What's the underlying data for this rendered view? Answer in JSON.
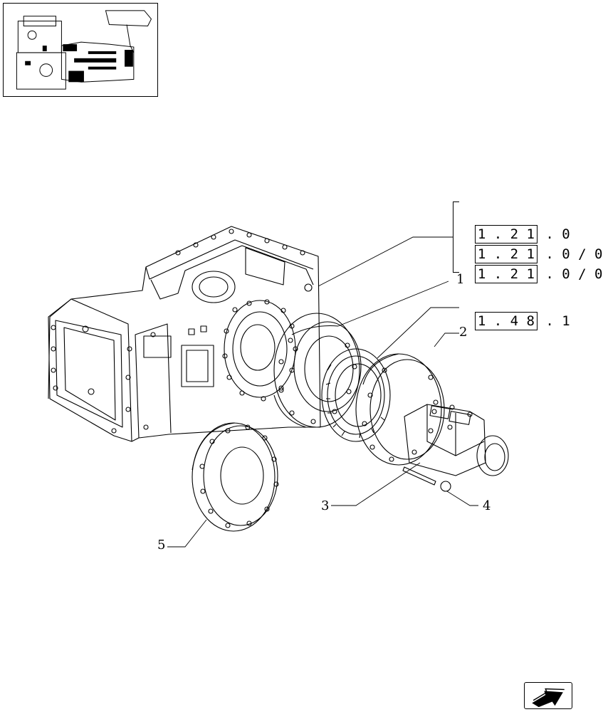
{
  "references": [
    {
      "boxed": "1 . 2 1",
      "rest": ". 0"
    },
    {
      "boxed": "1 . 2 1",
      "rest": ". 0 / 0"
    },
    {
      "boxed": "1 . 2 1",
      "rest": ". 0 / 0"
    },
    {
      "boxed": "1 . 4 8",
      "rest": ". 1"
    }
  ],
  "callouts": [
    "1",
    "2",
    "3",
    "4",
    "5"
  ],
  "icons": {
    "thumbnail": "tractor-transmission-thumbnail",
    "navigation": "next-page-arrow-icon"
  }
}
